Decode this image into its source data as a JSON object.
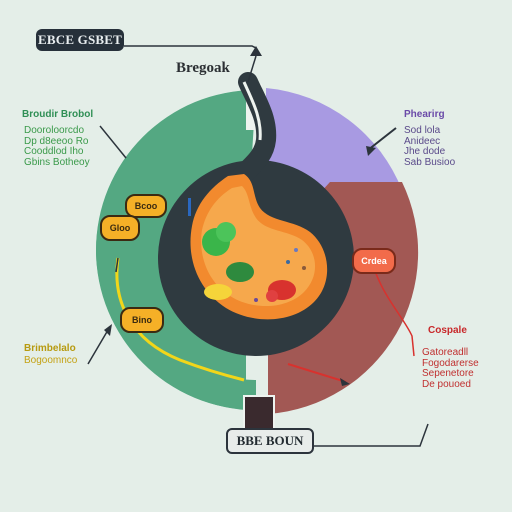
{
  "title_label": "EBCE GSBET",
  "subtitle": "Bregoak",
  "footer_label": "BBE BOUN",
  "sections": {
    "green": {
      "heading": "Broudir Brobol",
      "lines": [
        "Dooroloorcdo",
        "Dp d8eeoo Ro",
        "Cooddlod Iho",
        "Gbins Botheoy"
      ]
    },
    "purple": {
      "heading": "Phearirg",
      "lines": [
        "Sod lola",
        "Anideec",
        "Jhe dode",
        "Sab Busioo"
      ]
    },
    "red": {
      "heading": "Cospale",
      "lines": [
        "Gatoreadll",
        "Fogodarerse",
        "Sepenetore",
        "De pouoed"
      ]
    },
    "yellow": {
      "heading": "Brimbelalo",
      "body": "Bogoomnco"
    }
  },
  "pills": {
    "a": "Bcoo",
    "b": "Gloo",
    "c": "Bino",
    "d": "Crdea"
  },
  "colors": {
    "background": "#e4eee8",
    "green_segment": "#54a882",
    "purple_segment": "#a89ae2",
    "red_segment": "#a25854",
    "ring": "#2f3a40",
    "organ": "#f28a2e",
    "pill_yellow": "#f5b027",
    "pill_red": "#f26b4a"
  },
  "icons": {
    "organ_icon": "stomach-icon",
    "arrows": "arrow-icon"
  }
}
